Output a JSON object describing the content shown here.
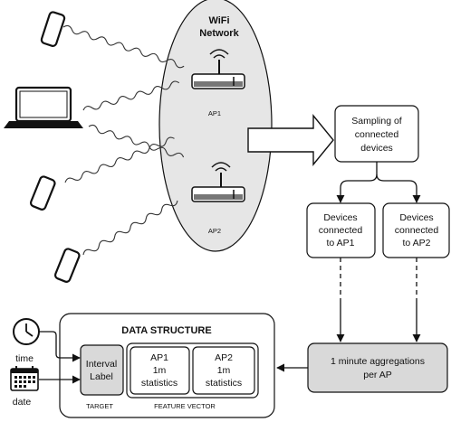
{
  "network": {
    "title_line1": "WiFi",
    "title_line2": "Network",
    "ap1_label": "AP1",
    "ap2_label": "AP2"
  },
  "sampling": {
    "line1": "Sampling of",
    "line2": "connected",
    "line3": "devices"
  },
  "devices_ap1": {
    "line1": "Devices",
    "line2": "connected",
    "line3": "to AP1"
  },
  "devices_ap2": {
    "line1": "Devices",
    "line2": "connected",
    "line3": "to AP2"
  },
  "aggregation": {
    "line1": "1 minute aggregations",
    "line2": "per AP"
  },
  "data_structure": {
    "title": "DATA STRUCTURE",
    "interval_line1": "Interval",
    "interval_line2": "Label",
    "ap1_stats": {
      "line1": "AP1",
      "line2": "1m",
      "line3": "statistics"
    },
    "ap2_stats": {
      "line1": "AP2",
      "line2": "1m",
      "line3": "statistics"
    },
    "target_label": "TARGET",
    "feature_vector_label": "FEATURE VECTOR"
  },
  "inputs": {
    "time_label": "time",
    "date_label": "date"
  },
  "colors": {
    "line": "#111111",
    "gray_fill": "#d9d9d9",
    "network_fill": "#e6e6e6"
  }
}
